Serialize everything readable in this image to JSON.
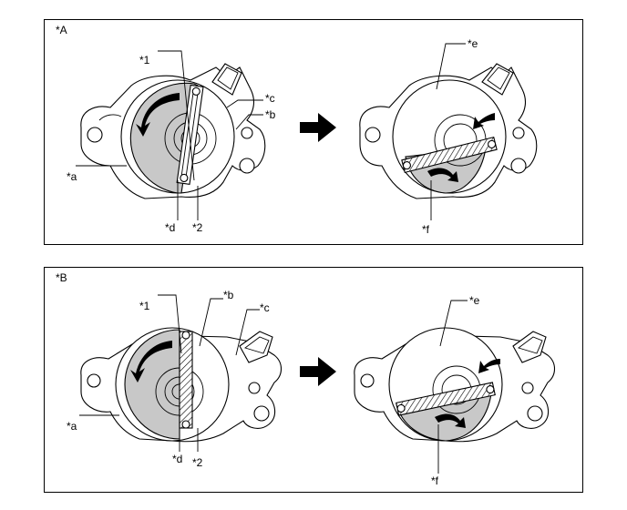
{
  "panels": [
    {
      "tag": "*A",
      "labels": {
        "l1": "*1",
        "l2": "*2",
        "la": "*a",
        "lb": "*b",
        "lc": "*c",
        "ld": "*d",
        "le": "*e",
        "lf": "*f"
      }
    },
    {
      "tag": "*B",
      "labels": {
        "l1": "*1",
        "l2": "*2",
        "la": "*a",
        "lb": "*b",
        "lc": "*c",
        "ld": "*d",
        "le": "*e",
        "lf": "*f"
      }
    }
  ],
  "colors": {
    "shade": "#c8c8c8",
    "line": "#000000",
    "arrow": "#000000"
  },
  "icons": {
    "step_arrow": "right-arrow-icon",
    "rotation_arrow": "curved-arrow-icon"
  }
}
